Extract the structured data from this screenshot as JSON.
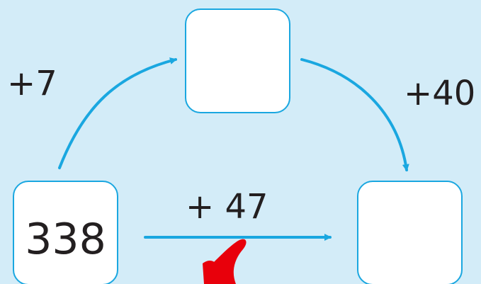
{
  "diagram": {
    "start_value": "338",
    "top_value": "",
    "result_value": "",
    "step1_label": "+7",
    "step2_label": "+40",
    "direct_label": "+ 47"
  },
  "colors": {
    "background": "#d3ecf8",
    "box_border": "#1aa7e0",
    "arrow": "#1aa7e0",
    "check_mark": "#e8000b",
    "text": "#231f20"
  }
}
